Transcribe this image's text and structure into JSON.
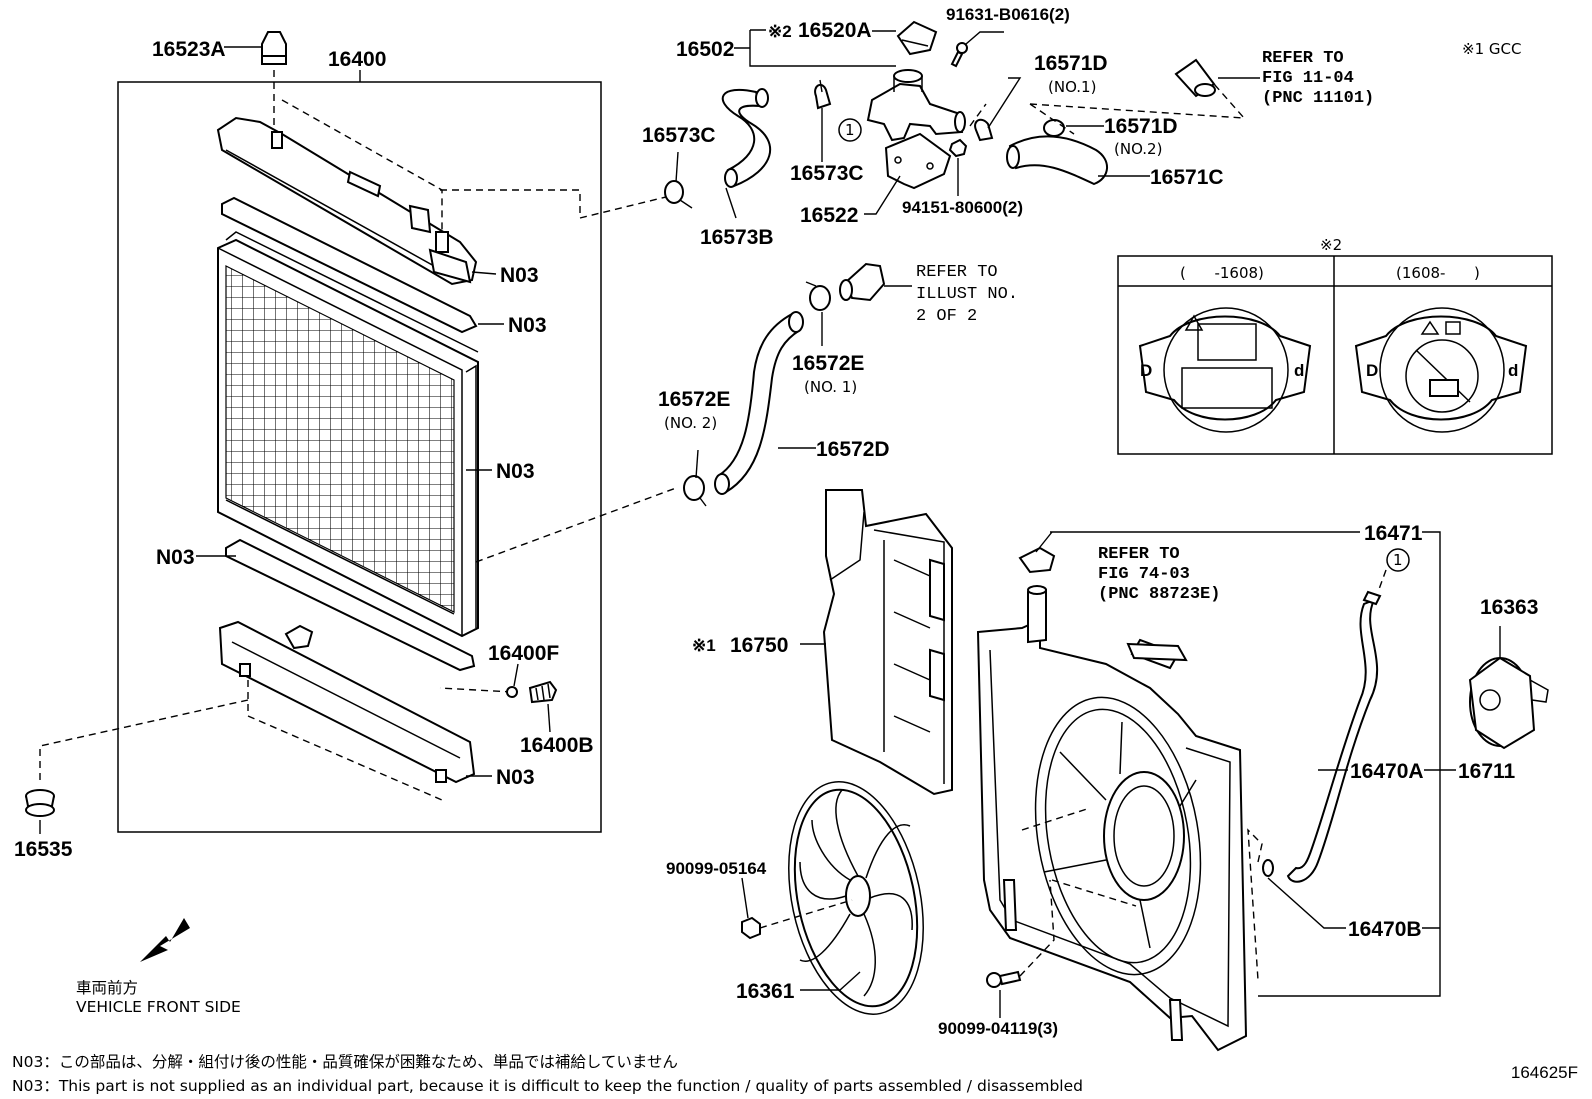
{
  "figure_id": "164625F",
  "labels": {
    "p16523A": "16523A",
    "p16400": "16400",
    "p16502": "16502",
    "p16520A_mark": "※2",
    "p16520A": "16520A",
    "p91631": "91631-B0616(2)",
    "p16571D_1": "16571D",
    "p16571D_1_sub": "(NO.1)",
    "p16571D_2": "16571D",
    "p16571D_2_sub": "(NO.2)",
    "p16571C": "16571C",
    "p16573C_a": "16573C",
    "p16573C_b": "16573C",
    "p16573B": "16573B",
    "p16522": "16522",
    "p94151": "94151-80600(2)",
    "p16572E_1": "16572E",
    "p16572E_1_sub": "(NO. 1)",
    "p16572E_2": "16572E",
    "p16572E_2_sub": "(NO. 2)",
    "p16572D": "16572D",
    "p16471": "16471",
    "p16750_mark": "※1",
    "p16750": "16750",
    "p16363": "16363",
    "p16470A": "16470A",
    "p16711": "16711",
    "p16470B": "16470B",
    "p16361": "16361",
    "p90099_05164": "90099-05164",
    "p90099_04119": "90099-04119(3)",
    "p16400F": "16400F",
    "p16400B": "16400B",
    "p16535": "16535",
    "n03_1": "N03",
    "n03_2": "N03",
    "n03_3": "N03",
    "n03_4": "N03",
    "n03_5": "N03",
    "gcc_note": "※1 GCC",
    "callout_1a": "1",
    "callout_1b": "1"
  },
  "refs": {
    "fig11_l1": "REFER TO",
    "fig11_l2": "FIG 11-04",
    "fig11_l3": "(PNC 11101)",
    "illust_l1": "REFER TO",
    "illust_l2": "ILLUST NO.",
    "illust_l3": "2 OF 2",
    "fig74_l1": "REFER TO",
    "fig74_l2": "FIG 74-03",
    "fig74_l3": "(PNC 88723E)"
  },
  "cap_table": {
    "mark": "※2",
    "col1": "(      -1608)",
    "col2": "(1608-      )"
  },
  "front": {
    "jp": "車両前方",
    "en": "VEHICLE FRONT SIDE"
  },
  "notes": {
    "jp": "N03：この部品は、分解・組付け後の性能・品質確保が困難なため、単品では補給していません",
    "en": "N03：This part is not supplied as an individual part, because it is difficult to keep the function / quality of parts assembled / disassembled"
  }
}
